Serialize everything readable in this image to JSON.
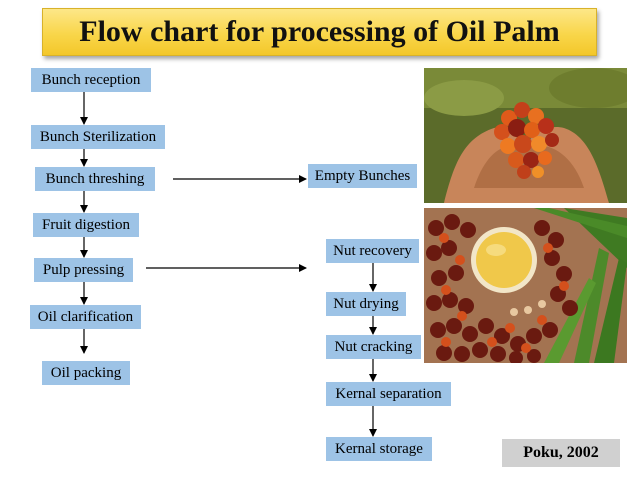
{
  "title": "Flow chart for processing of Oil Palm",
  "left_column": {
    "bunch_reception": "Bunch reception",
    "bunch_sterilization": "Bunch Sterilization",
    "bunch_threshing": "Bunch threshing",
    "fruit_digestion": "Fruit digestion",
    "pulp_pressing": "Pulp pressing",
    "oil_clarification": "Oil clarification",
    "oil_packing": "Oil packing"
  },
  "right_column": {
    "empty_bunches": "Empty Bunches",
    "nut_recovery": "Nut recovery",
    "nut_drying": "Nut drying",
    "nut_cracking": "Nut cracking",
    "kernal_separation": "Kernal separation",
    "kernal_storage": "Kernal storage"
  },
  "credit": "Poku, 2002",
  "colors": {
    "node_fill": "#9dc3e6",
    "title_fill": "#f9d64a",
    "credit_fill": "#d0d0d0"
  }
}
